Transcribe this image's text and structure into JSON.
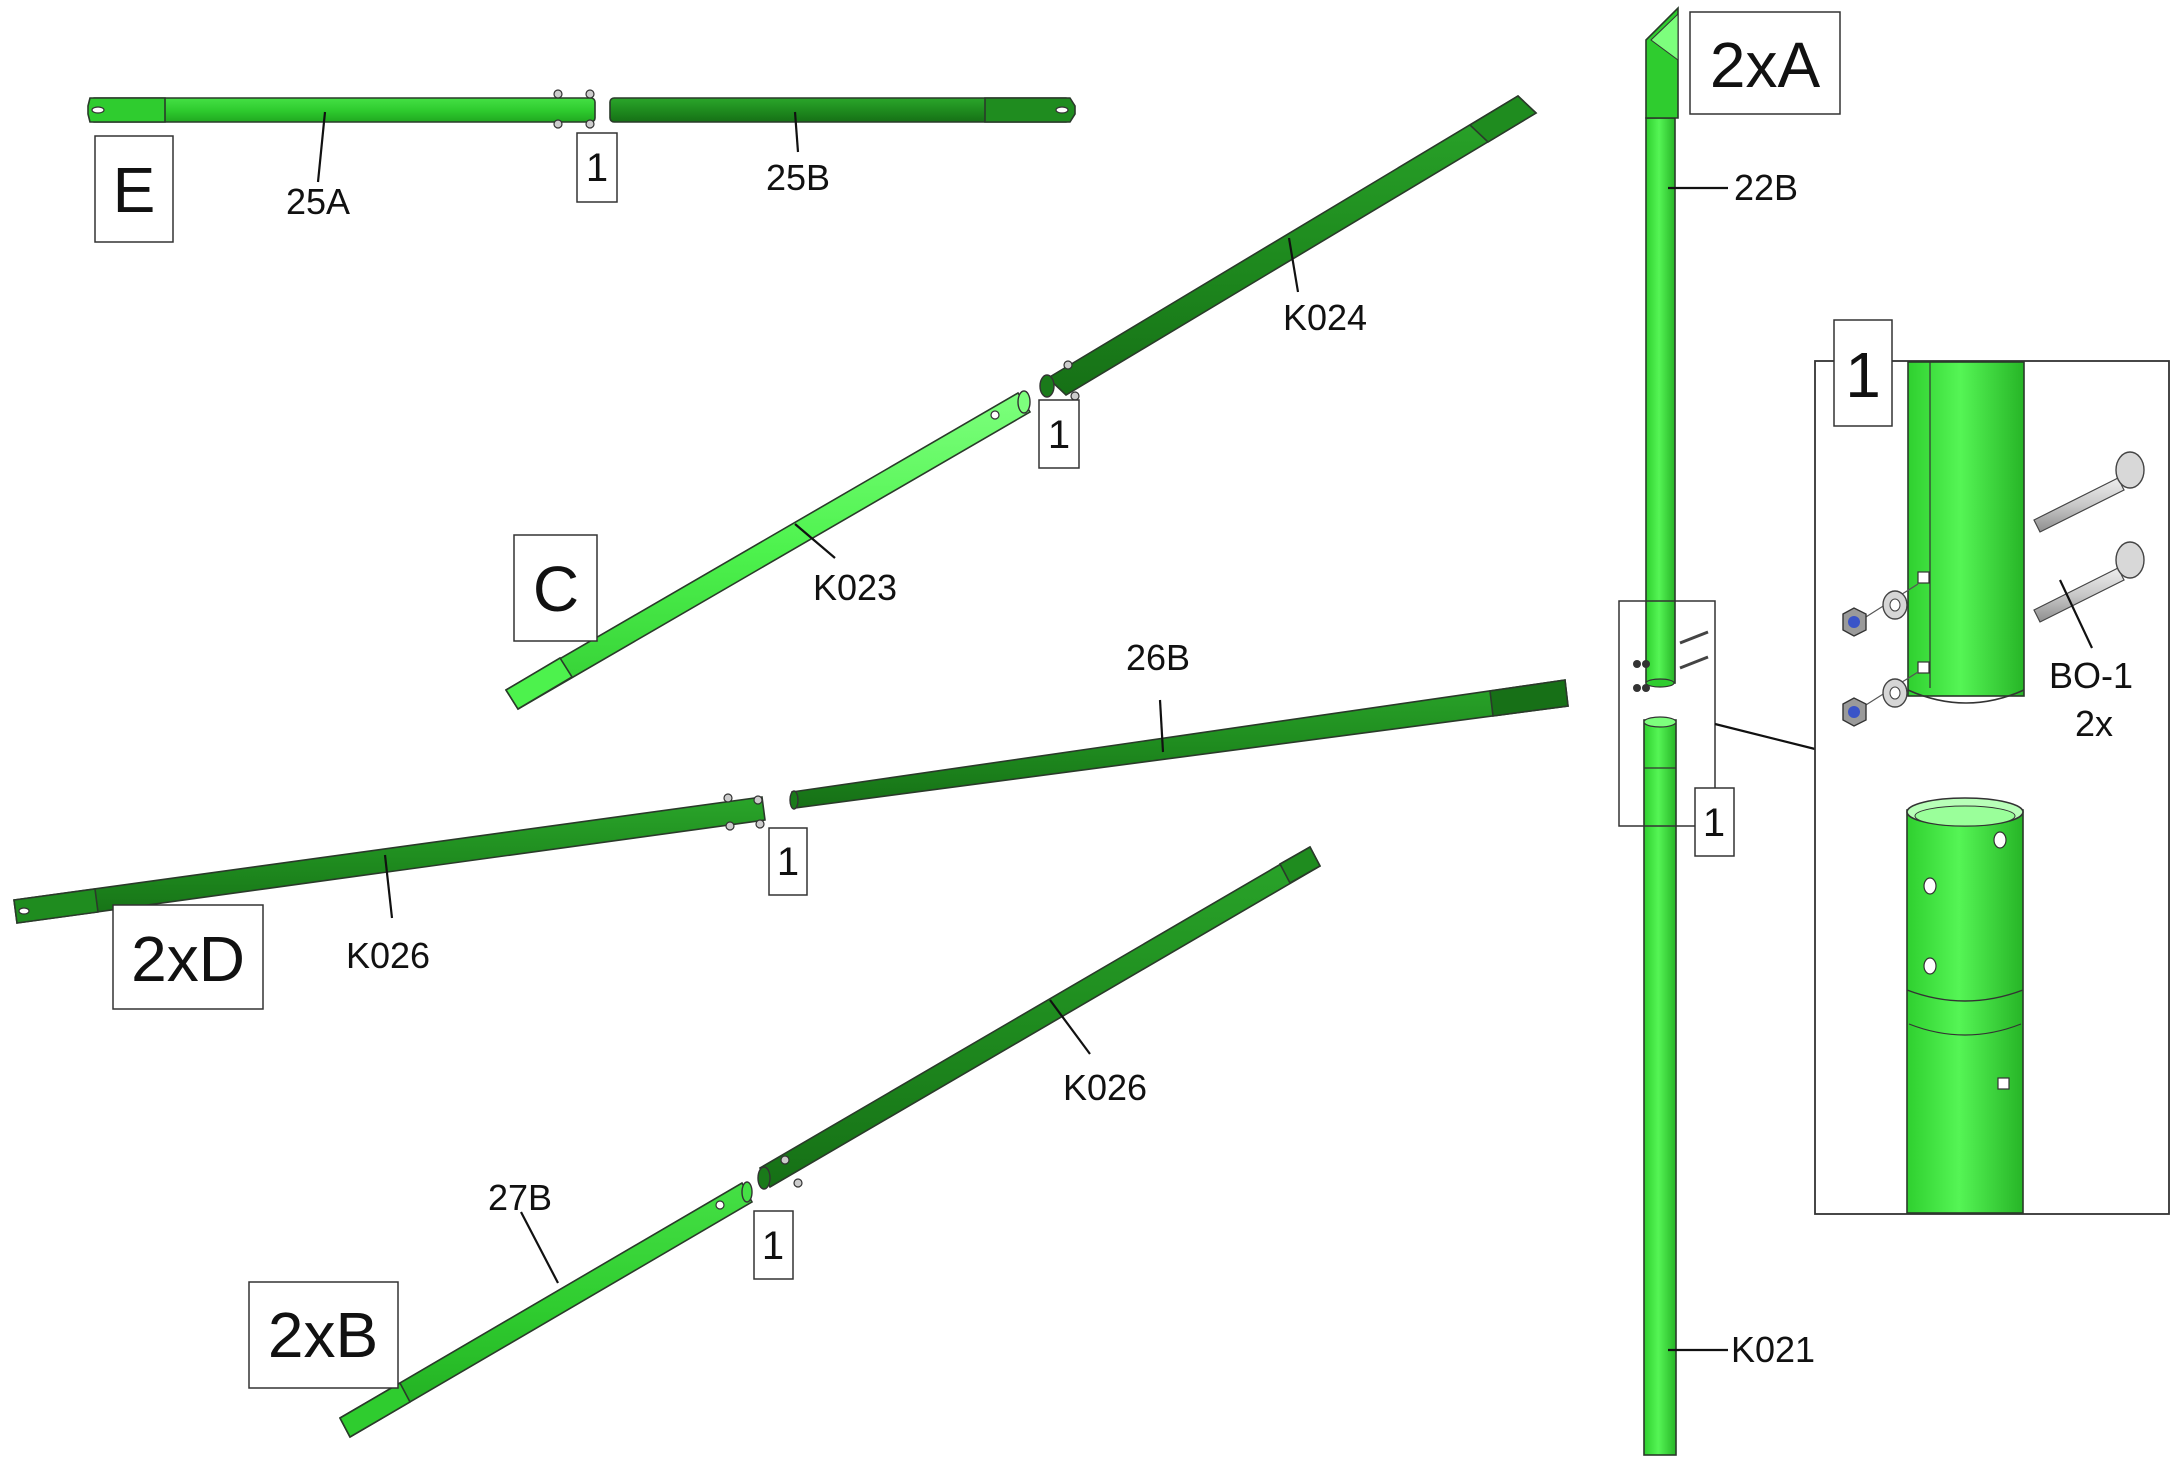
{
  "colors": {
    "tube_light": "#4df24d",
    "tube_mid": "#2fcc2f",
    "tube_dark": "#1f8c1f",
    "tube_darker": "#177017",
    "bolt": "#c8c8c8",
    "nut": "#3a54c8",
    "outline": "#333333"
  },
  "assemblies": {
    "E": {
      "letter": "E",
      "parts": [
        "25A",
        "25B"
      ],
      "step": "1"
    },
    "C": {
      "letter": "C",
      "parts": [
        "K023",
        "K024"
      ],
      "step": "1"
    },
    "D": {
      "letter": "2xD",
      "parts": [
        "K026",
        "26B"
      ],
      "step": "1"
    },
    "B": {
      "letter": "2xB",
      "parts": [
        "27B",
        "K026"
      ],
      "step": "1"
    },
    "A": {
      "letter": "2xA",
      "parts": [
        "22B",
        "K021"
      ],
      "step": "1"
    }
  },
  "detail": {
    "step": "1",
    "hardware_code": "BO-1",
    "hardware_qty": "2x",
    "icons": [
      "bolt-icon",
      "washer-icon",
      "nut-icon"
    ]
  }
}
